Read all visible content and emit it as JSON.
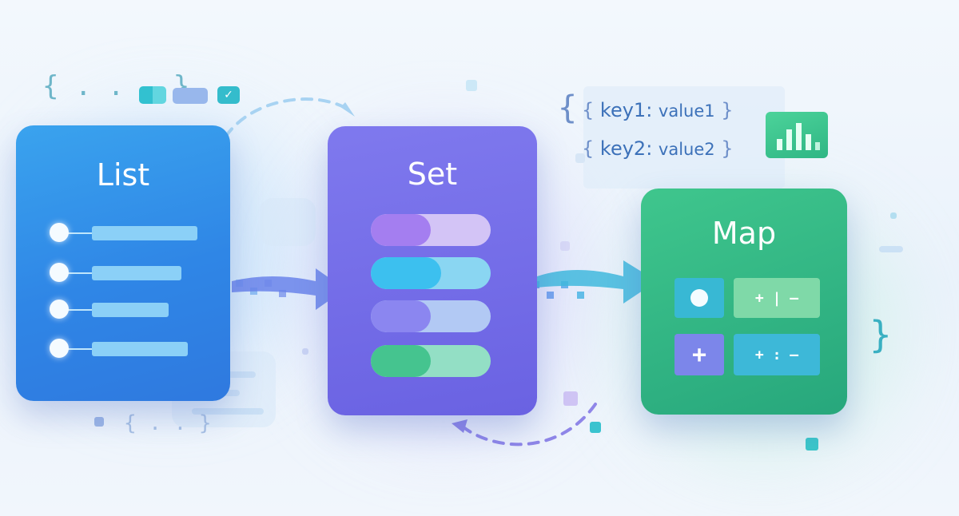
{
  "cards": {
    "list": {
      "title": "List",
      "item_count": 4
    },
    "set": {
      "title": "Set",
      "item_count": 4
    },
    "map": {
      "title": "Map",
      "entries": [
        "+ | —",
        "+ : —"
      ]
    }
  },
  "key_values": [
    {
      "key": "key1:",
      "value": "value1"
    },
    {
      "key": "key2:",
      "value": "value2"
    }
  ],
  "decorations": {
    "top_left_braces": "{ . . . }",
    "bottom_braces": "{ . . }",
    "open_brace": "{",
    "close_brace": "}",
    "plus_symbol": "+"
  },
  "icons": {
    "chart": "bar-chart-icon",
    "check": "check-icon",
    "flow_arrow": "arrow-right-icon",
    "cycle_arrow": "dashed-curved-arrow-icon"
  },
  "colors": {
    "list": "#2f86e6",
    "set": "#6a62e2",
    "map": "#27a77c",
    "accent_teal": "#3ac3cf",
    "background": "#eef5fc"
  }
}
